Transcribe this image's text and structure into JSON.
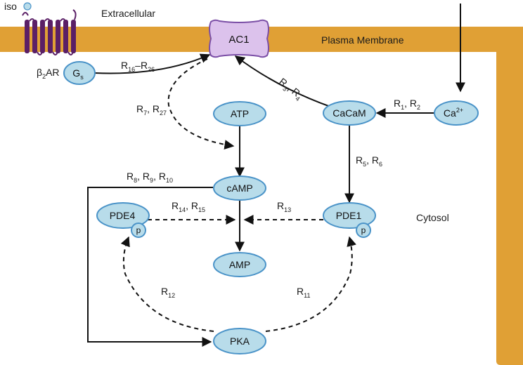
{
  "colors": {
    "membrane": "#e0a035",
    "node_fill": "#b8dcea",
    "node_stroke": "#4a93c8",
    "ac1_fill": "#dcc2ec",
    "ac1_stroke": "#7b4fa6",
    "receptor": "#5a1f66",
    "arrow": "#111111"
  },
  "labels": {
    "iso": "iso",
    "extracellular": "Extracellular",
    "plasma_membrane": "Plasma Membrane",
    "cytosol": "Cytosol",
    "b2ar_beta": "β",
    "b2ar_sub": "2",
    "b2ar_rest": "AR"
  },
  "nodes": {
    "ac1": "AC1",
    "gs": "G",
    "gs_sub": "s",
    "atp": "ATP",
    "camp": "cAMP",
    "amp": "AMP",
    "pde4": "PDE4",
    "pde1": "PDE1",
    "pka": "PKA",
    "cacam": "CaCaM",
    "ca": "Ca",
    "ca_sup": "2+",
    "p": "p"
  },
  "reactions": {
    "r": "R",
    "r16_26": [
      "16",
      "–",
      "26"
    ],
    "r7_27": [
      "7",
      ", ",
      "27"
    ],
    "r3_4": [
      "3",
      ", ",
      "4"
    ],
    "r1_2": [
      "1",
      ", ",
      "2"
    ],
    "r5_6": [
      "5",
      ", ",
      "6"
    ],
    "r8_9_10": [
      "8",
      ", ",
      "9",
      ", ",
      "10"
    ],
    "r14_15": [
      "14",
      ", ",
      "15"
    ],
    "r13": [
      "13"
    ],
    "r12": [
      "12"
    ],
    "r11": [
      "11"
    ]
  }
}
